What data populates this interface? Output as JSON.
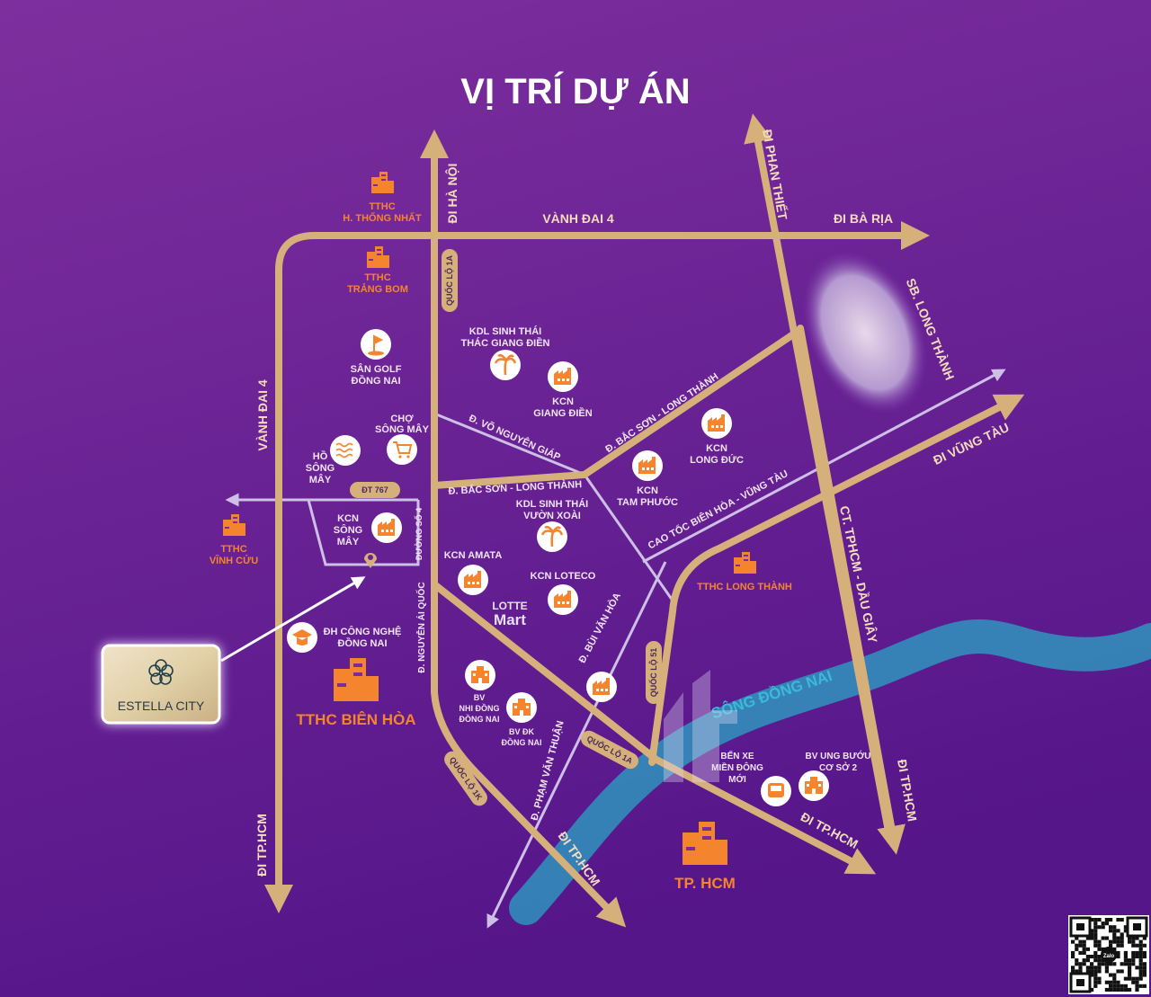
{
  "title": "VỊ TRÍ DỰ ÁN",
  "colors": {
    "background_top": "#7b2c9c",
    "background_bottom": "#57168a",
    "road": "#d6b07a",
    "minor_road": "#cdbfe6",
    "accent_orange": "#f5842f",
    "river": "#2aa4c4"
  },
  "roads": {
    "di_ha_noi": "ĐI HÀ NỘI",
    "vanh_dai_4_top": "VÀNH ĐAI 4",
    "di_ba_ria": "ĐI BÀ RỊA",
    "di_phan_thiet": "ĐI PHAN THIẾT",
    "sb_long_thanh": "SB. LONG THÀNH",
    "di_vung_tau": "ĐI VŨNG TÀU",
    "ct_tphcm_dau_giay": "CT. TPHCM - DẦU GIÂY",
    "di_tphcm_right": "ĐI TP.HCM",
    "vanh_dai_4_left": "VÀNH ĐAI 4",
    "di_tphcm_left": "ĐI TP.HCM",
    "quoc_lo_1a_top": "QUỐC LỘ 1A",
    "vo_nguyen_giap": "Đ. VÕ NGUYÊN GIÁP",
    "bac_son_long_thanh_lower": "Đ. BẮC SƠN - LONG THÀNH",
    "bac_son_long_thanh_upper": "Đ. BẮC SƠN - LONG THÀNH",
    "cao_toc_bien_hoa_vung_tau": "CAO TỐC BIÊN HÒA - VŨNG TÀU",
    "dt_767": "ĐT 767",
    "duong_so_4": "ĐƯỜNG SỐ 4",
    "nguyen_ai_quoc": "Đ. NGUYỄN ÁI QUỐC",
    "bui_van_hoa": "Đ. BÙI VĂN HÒA",
    "quoc_lo_51": "QUỐC LỘ 51",
    "quoc_lo_1a_bottom": "QUỐC LỘ 1A",
    "quoc_lo_1k": "QUỐC LỘ 1K",
    "pham_van_thuan": "Đ. PHẠM VĂN THUẬN",
    "di_tphcm_1k": "ĐI TP.HCM",
    "di_tphcm_1a": "ĐI TP.HCM",
    "song_dong_nai": "SÔNG ĐỒNG NAI"
  },
  "admin_centers": {
    "thong_nhat": [
      "TTHC",
      "H. THỐNG NHẤT"
    ],
    "trang_bom": [
      "TTHC",
      "TRẢNG BOM"
    ],
    "vinh_cuu": [
      "TTHC",
      "VĨNH CỬU"
    ],
    "long_thanh": [
      "TTHC LONG THÀNH"
    ],
    "bien_hoa": [
      "TTHC BIÊN HÒA"
    ],
    "tp_hcm": [
      "TP. HCM"
    ]
  },
  "pois": {
    "golf": [
      "SÂN GOLF",
      "ĐỒNG NAI"
    ],
    "cho_song_may": [
      "CHỢ",
      "SÔNG MÂY"
    ],
    "ho_song_may": [
      "HỒ",
      "SÔNG",
      "MÂY"
    ],
    "kcn_song_may": [
      "KCN",
      "SÔNG",
      "MÂY"
    ],
    "kdl_thac_giang_dien": [
      "KDL SINH THÁI",
      "THÁC GIANG ĐIỀN"
    ],
    "kcn_giang_dien": [
      "KCN",
      "GIANG ĐIỀN"
    ],
    "kcn_long_duc": [
      "KCN",
      "LONG ĐỨC"
    ],
    "kcn_tam_phuoc": [
      "KCN",
      "TAM PHƯỚC"
    ],
    "kdl_vuon_xoai": [
      "KDL SINH THÁI",
      "VƯỜN XOÀI"
    ],
    "kcn_amata": [
      "KCN AMATA"
    ],
    "kcn_loteco": [
      "KCN LOTECO"
    ],
    "lotte_mart": [
      "LOTTE",
      "Mart"
    ],
    "dh_cong_nghe": [
      "ĐH CÔNG NGHỆ",
      "ĐỒNG NAI"
    ],
    "bv_nhi_dong": [
      "BV",
      "NHI ĐỒNG",
      "ĐỒNG NAI"
    ],
    "bv_dk": [
      "BV ĐK",
      "ĐỒNG NAI"
    ],
    "ben_xe": [
      "BẾN XE",
      "MIỀN ĐÔNG",
      "MỚI"
    ],
    "bv_ung_buou": [
      "BV UNG BƯỚU",
      "CƠ SỞ 2"
    ]
  },
  "project": {
    "name": "ESTELLA CITY"
  },
  "qr": {
    "label": "Zalo"
  }
}
